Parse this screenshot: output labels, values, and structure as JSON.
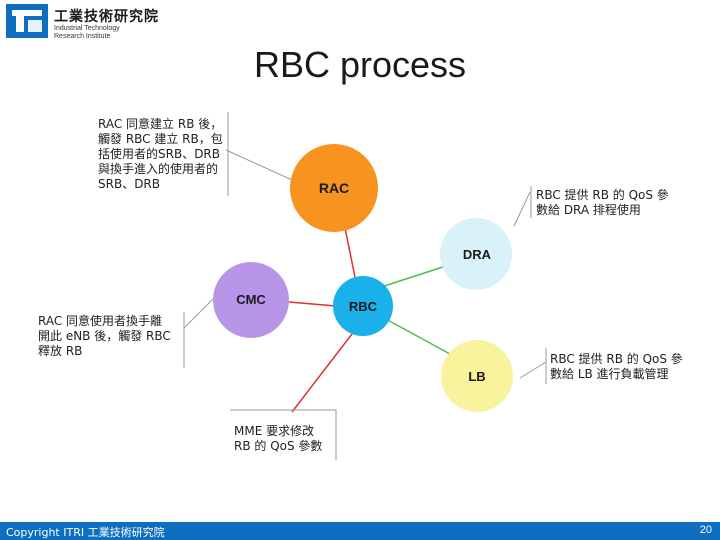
{
  "header": {
    "logo_cn": "工業技術研究院",
    "logo_en_line1": "Industrial Technology",
    "logo_en_line2": "Research Institute"
  },
  "slide": {
    "title": "RBC process"
  },
  "nodes": {
    "rac": {
      "label": "RAC",
      "color": "#f7931e"
    },
    "dra": {
      "label": "DRA",
      "color": "#d8f2f8"
    },
    "cmc": {
      "label": "CMC",
      "color": "#b895e8"
    },
    "rbc": {
      "label": "RBC",
      "color": "#1ab0ea"
    },
    "lb": {
      "label": "LB",
      "color": "#f8f39c"
    }
  },
  "notes": {
    "rac_note": "RAC 同意建立 RB 後，\n觸發 RBC 建立 RB，包\n括使用者的SRB、DRB\n與換手進入的使用者的\nSRB、DRB",
    "dra_note": "RBC 提供 RB 的 QoS 參\n數給 DRA 排程使用",
    "cmc_note": "RAC 同意使用者換手離\n開此 eNB 後，觸發 RBC\n釋放 RB",
    "lb_note": "RBC 提供 RB 的 QoS 參\n數給 LB 進行負載管理",
    "mme_note": "MME 要求修改\nRB 的 QoS 參數"
  },
  "colors": {
    "link_red": "#e0312f",
    "link_green": "#4cc04a",
    "callout_gray": "#9a9a9a",
    "footer_blue": "#0e6fc1"
  },
  "footer": {
    "copyright": "Copyright  ITRI 工業技術研究院",
    "page": "20"
  }
}
